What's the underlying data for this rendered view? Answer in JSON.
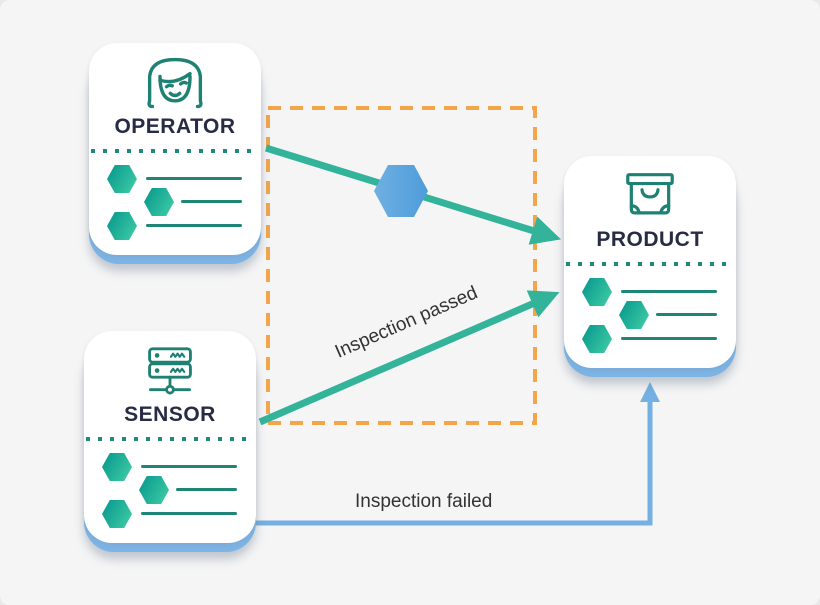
{
  "diagram": {
    "background_color": "#f5f5f6",
    "nodes": [
      {
        "id": "operator",
        "title": "OPERATOR",
        "icon": "operator-icon"
      },
      {
        "id": "sensor",
        "title": "SENSOR",
        "icon": "sensor-icon"
      },
      {
        "id": "product",
        "title": "PRODUCT",
        "icon": "product-icon"
      }
    ],
    "edges": [
      {
        "from": "operator",
        "to": "product",
        "type": "solid-teal-arrow",
        "decorator": "blue-hexagon",
        "label": ""
      },
      {
        "from": "sensor",
        "to": "product",
        "type": "solid-teal-arrow",
        "label": "Inspection passed"
      },
      {
        "from": "sensor",
        "to": "product",
        "type": "elbow-blue-arrow",
        "label": "Inspection failed"
      }
    ],
    "boundary": {
      "style": "dashed-rectangle",
      "color": "#f2a649"
    },
    "colors": {
      "teal_arrow": "#34b39b",
      "blue_arrow": "#74b0e2",
      "dashed_box_orange": "#f2a649",
      "node_title": "#282b44",
      "hex_gradient_start": "#0a9b8e",
      "hex_gradient_end": "#3cc9a4",
      "blue_hexagon": "#5aa4dd",
      "card_underlay_blue": "#7cb4e6",
      "icon_stroke_teal": "#1e8174",
      "edge_label_text": "#333333"
    }
  }
}
